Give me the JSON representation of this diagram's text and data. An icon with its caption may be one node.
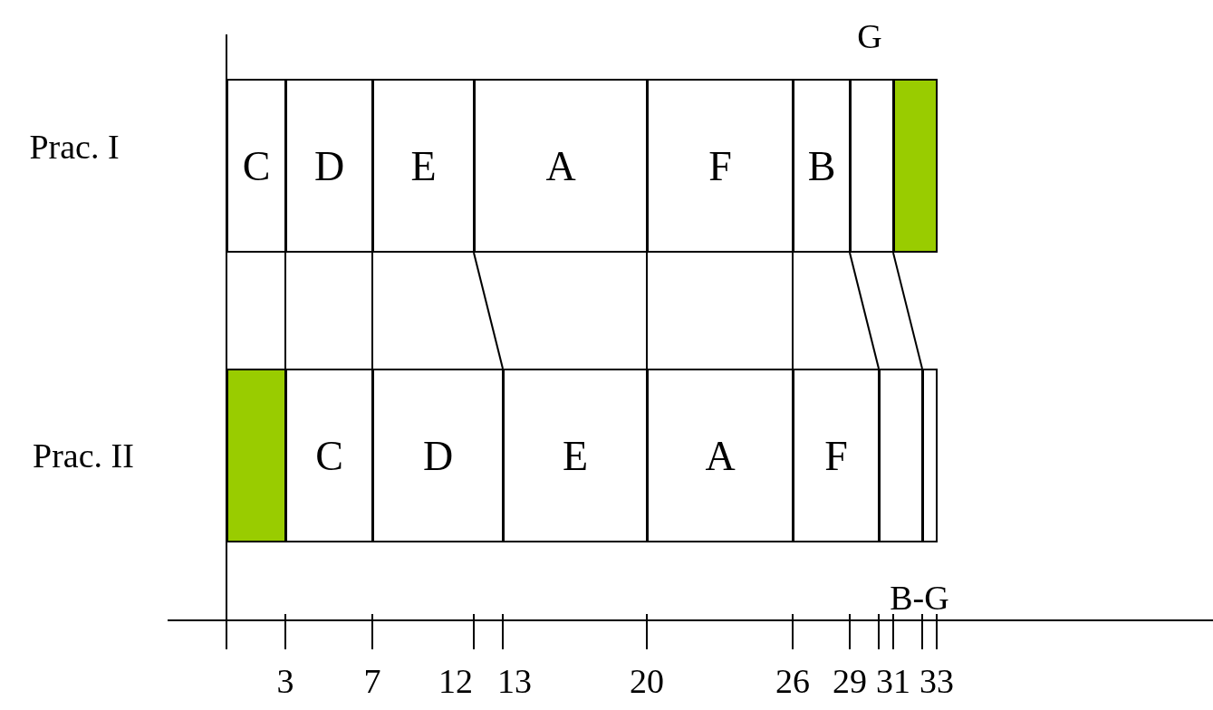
{
  "diagram": {
    "nodes": [
      {
        "text": [
          "C"
        ]
      },
      {
        "text": [
          "D"
        ]
      },
      {
        "text": [
          "E"
        ]
      },
      {
        "text": [
          "A"
        ]
      },
      {
        "text": [
          "F"
        ]
      },
      {
        "text": [
          "B"
        ]
      },
      {
        "text": [],
        "shape": "box"
      },
      {
        "text": [],
        "shape": "box",
        "beside": [
          "G"
        ]
      },
      {
        "text": [],
        "shape": "box"
      },
      {
        "text": [
          "C"
        ]
      },
      {
        "text": [
          "D"
        ]
      },
      {
        "text": [
          "E"
        ]
      },
      {
        "text": [
          "A"
        ]
      },
      {
        "text": [
          "F"
        ]
      },
      {
        "text": [],
        "shape": "box"
      },
      {
        "text": [],
        "shape": "box"
      }
    ],
    "edges": [
      {
        "from": 0,
        "to": 9,
        "arrow": "none"
      },
      {
        "from": 1,
        "to": 10,
        "arrow": "none"
      },
      {
        "from": 2,
        "to": 11,
        "arrow": "none"
      },
      {
        "from": 3,
        "to": 12,
        "arrow": "none"
      },
      {
        "from": 4,
        "to": 13,
        "arrow": "none"
      },
      {
        "from": 5,
        "to": 14,
        "arrow": "none"
      },
      {
        "from": 6,
        "to": 15,
        "arrow": "none"
      }
    ],
    "labels": [
      "Prac. I",
      "Prac. II",
      "B-G",
      "3",
      "7",
      "12",
      "13",
      "20",
      "26",
      "29",
      "31",
      "33"
    ]
  }
}
